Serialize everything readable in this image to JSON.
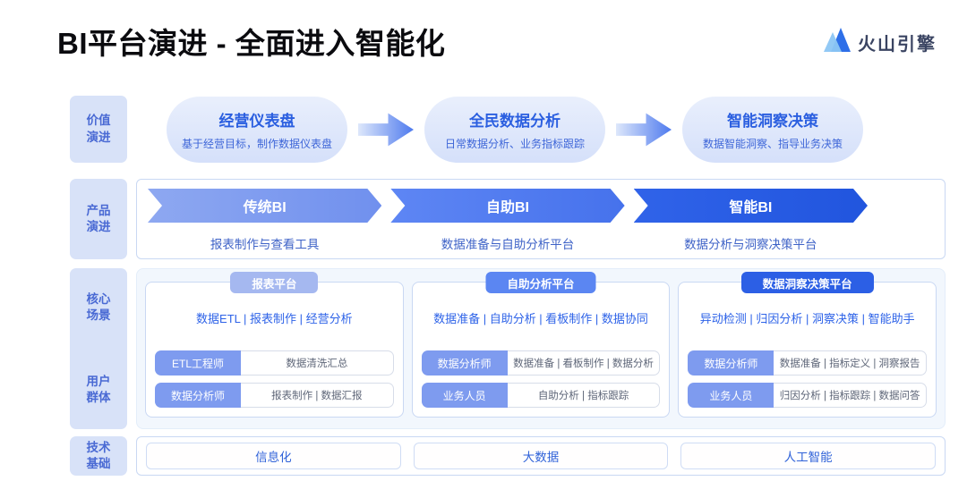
{
  "header": {
    "title": "BI平台演进 - 全面进入智能化",
    "logo": {
      "icon": "volcano-engine-mountain-icon",
      "text": "火山引擎"
    }
  },
  "sidebar": {
    "value_evolution": "价值\n演进",
    "product_evolution": "产品\n演进",
    "core_scenarios": "核心\n场景",
    "user_groups": "用户\n群体",
    "tech_foundation": "技术\n基础"
  },
  "value_row": {
    "stages": [
      {
        "title": "经营仪表盘",
        "subtitle": "基于经营目标，制作数据仪表盘"
      },
      {
        "title": "全民数据分析",
        "subtitle": "日常数据分析、业务指标跟踪"
      },
      {
        "title": "智能洞察决策",
        "subtitle": "数据智能洞察、指导业务决策"
      }
    ]
  },
  "product_row": {
    "stages": [
      {
        "name": "传统BI",
        "desc": "报表制作与查看工具"
      },
      {
        "name": "自助BI",
        "desc": "数据准备与自助分析平台"
      },
      {
        "name": "智能BI",
        "desc": "数据分析与洞察决策平台"
      }
    ]
  },
  "scenario_row": {
    "columns": [
      {
        "badge": "报表平台",
        "scenarios": "数据ETL | 报表制作 | 经营分析",
        "users": [
          {
            "role": "ETL工程师",
            "tasks": "数据清洗汇总"
          },
          {
            "role": "数据分析师",
            "tasks": "报表制作 | 数据汇报"
          }
        ]
      },
      {
        "badge": "自助分析平台",
        "scenarios": "数据准备 | 自助分析 | 看板制作 | 数据协同",
        "users": [
          {
            "role": "数据分析师",
            "tasks": "数据准备 | 看板制作 | 数据分析"
          },
          {
            "role": "业务人员",
            "tasks": "自助分析 | 指标跟踪"
          }
        ]
      },
      {
        "badge": "数据洞察决策平台",
        "scenarios": "异动检测 | 归因分析 | 洞察决策 | 智能助手",
        "users": [
          {
            "role": "数据分析师",
            "tasks": "数据准备 | 指标定义 | 洞察报告"
          },
          {
            "role": "业务人员",
            "tasks": "归因分析 | 指标跟踪 | 数据问答"
          }
        ]
      }
    ]
  },
  "tech_row": {
    "items": [
      "信息化",
      "大数据",
      "人工智能"
    ]
  },
  "colors": {
    "brand_blue": "#2e63e8",
    "stage1_blue": "#7e9bef",
    "stage2_blue": "#5b86f2",
    "stage3_blue": "#2c5fe5",
    "panel_light_blue": "#d8e2f8",
    "logo_light_blue": "#8cc6f4",
    "logo_dark_blue": "#2e6fe8"
  }
}
